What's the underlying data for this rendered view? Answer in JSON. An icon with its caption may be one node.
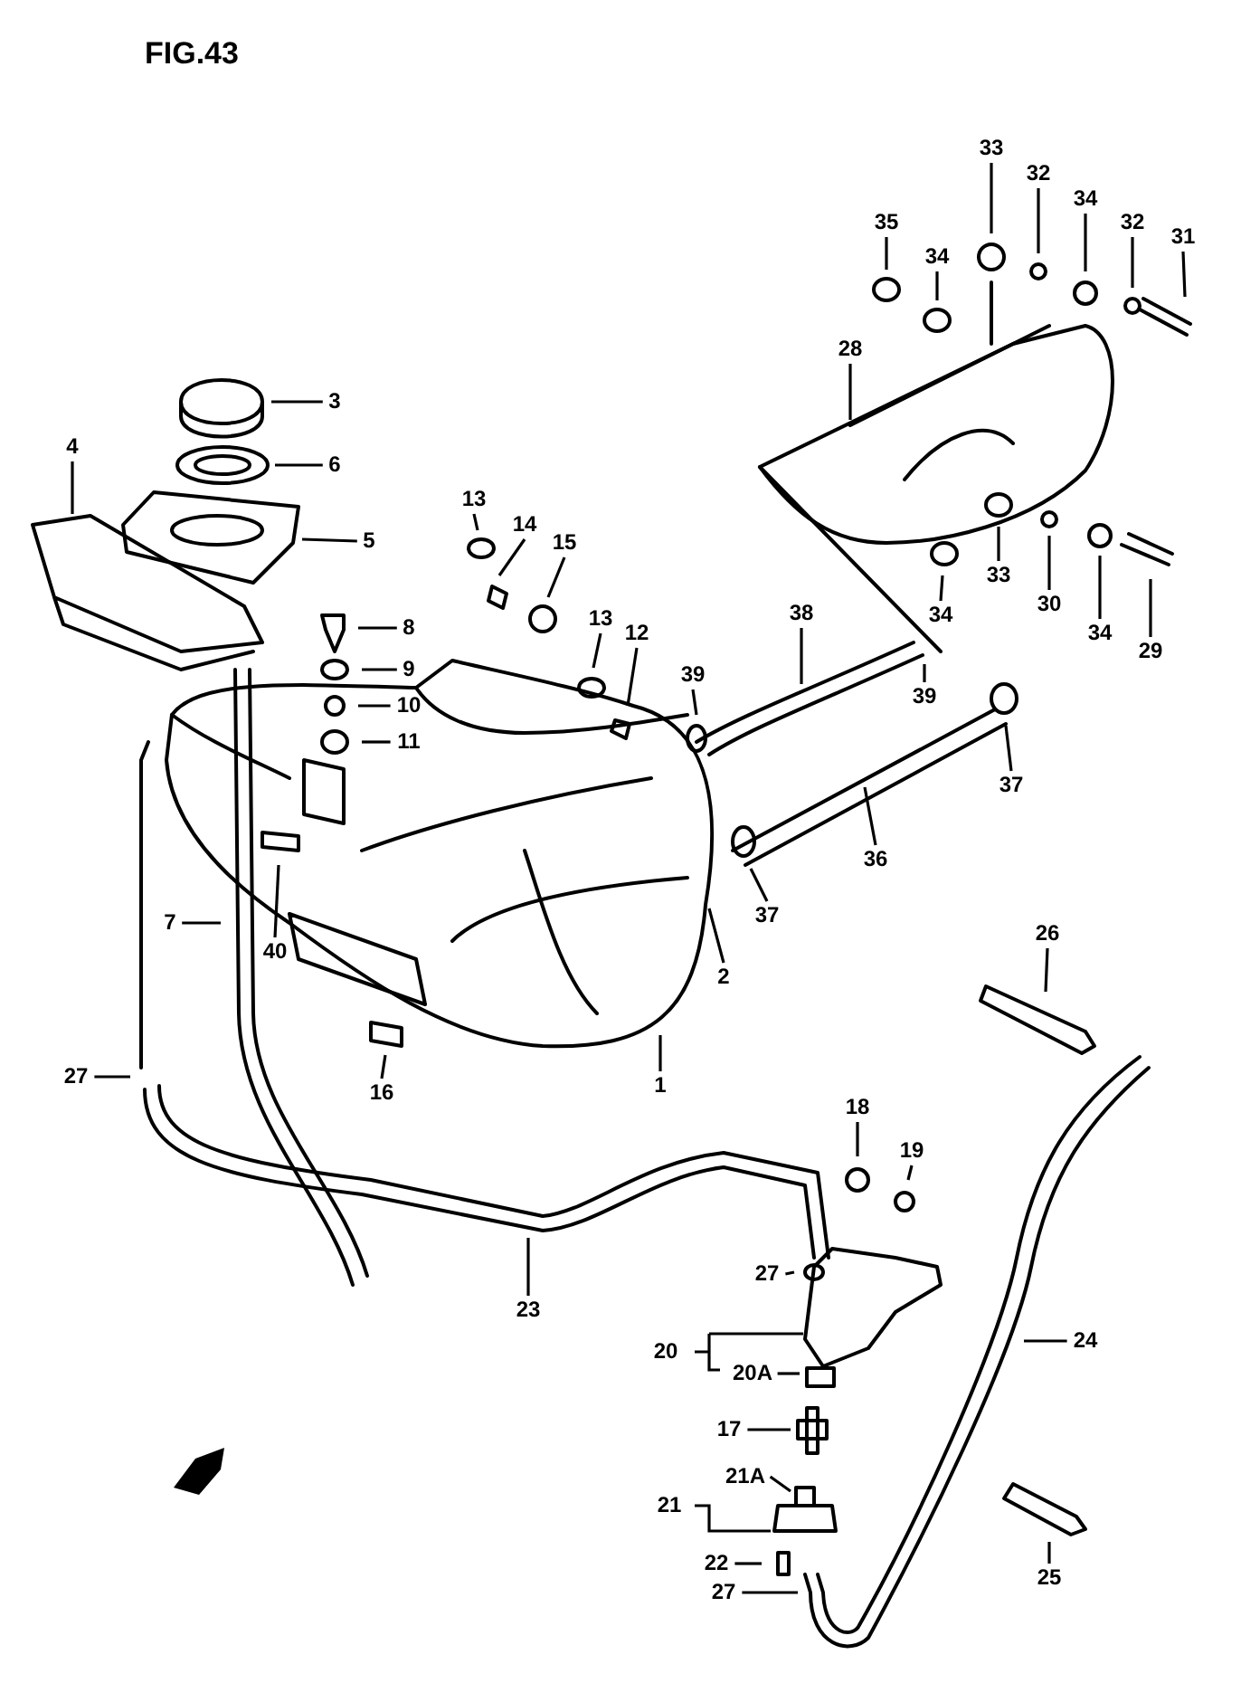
{
  "diagram": {
    "title": "FIG.43",
    "nodes": [
      {
        "text": [
          "3"
        ]
      },
      {
        "text": [
          "6"
        ]
      },
      {
        "text": [
          "4"
        ]
      },
      {
        "text": [
          "5"
        ]
      },
      {
        "text": [
          "13"
        ]
      },
      {
        "text": [
          "14"
        ]
      },
      {
        "text": [
          "15"
        ]
      },
      {
        "text": [
          "8"
        ]
      },
      {
        "text": [
          "13"
        ]
      },
      {
        "text": [
          "12"
        ]
      },
      {
        "text": [
          "9"
        ]
      },
      {
        "text": [
          "10"
        ]
      },
      {
        "text": [
          "11"
        ]
      },
      {
        "text": [
          "35"
        ]
      },
      {
        "text": [
          "34"
        ]
      },
      {
        "text": [
          "33"
        ]
      },
      {
        "text": [
          "32"
        ]
      },
      {
        "text": [
          "34"
        ]
      },
      {
        "text": [
          "32"
        ]
      },
      {
        "text": [
          "31"
        ]
      },
      {
        "text": [
          "28"
        ]
      },
      {
        "text": [
          "33"
        ]
      },
      {
        "text": [
          "30"
        ]
      },
      {
        "text": [
          "34"
        ]
      },
      {
        "text": [
          "34"
        ]
      },
      {
        "text": [
          "29"
        ]
      },
      {
        "text": [
          "38"
        ]
      },
      {
        "text": [
          "39"
        ]
      },
      {
        "text": [
          "39"
        ]
      },
      {
        "text": [
          "37"
        ]
      },
      {
        "text": [
          "36"
        ]
      },
      {
        "text": [
          "37"
        ]
      },
      {
        "text": [
          "2"
        ]
      },
      {
        "text": [
          "7"
        ]
      },
      {
        "text": [
          "40"
        ]
      },
      {
        "text": [
          "16"
        ]
      },
      {
        "text": [
          "1"
        ]
      },
      {
        "text": [
          "26"
        ]
      },
      {
        "text": [
          "27"
        ]
      },
      {
        "text": [
          "18"
        ]
      },
      {
        "text": [
          "19"
        ]
      },
      {
        "text": [
          "23"
        ]
      },
      {
        "text": [
          "27"
        ]
      },
      {
        "text": [
          "24"
        ]
      },
      {
        "text": [
          "20"
        ]
      },
      {
        "text": [
          "20A"
        ]
      },
      {
        "text": [
          "17"
        ]
      },
      {
        "text": [
          "21A"
        ]
      },
      {
        "text": [
          "21"
        ]
      },
      {
        "text": [
          "22"
        ]
      },
      {
        "text": [
          "27"
        ]
      },
      {
        "text": [
          "25"
        ]
      }
    ],
    "edges": [
      {
        "from": 0,
        "to": null,
        "arrow": "none"
      },
      {
        "from": 1,
        "to": null,
        "arrow": "none"
      },
      {
        "from": 2,
        "to": null,
        "arrow": "none"
      },
      {
        "from": 3,
        "to": null,
        "arrow": "none"
      },
      {
        "from": 4,
        "to": null,
        "arrow": "none"
      },
      {
        "from": 5,
        "to": null,
        "arrow": "none"
      },
      {
        "from": 6,
        "to": null,
        "arrow": "none"
      },
      {
        "from": 7,
        "to": null,
        "arrow": "none"
      },
      {
        "from": 8,
        "to": null,
        "arrow": "none"
      },
      {
        "from": 9,
        "to": null,
        "arrow": "none"
      },
      {
        "from": 10,
        "to": null,
        "arrow": "none"
      },
      {
        "from": 11,
        "to": null,
        "arrow": "none"
      },
      {
        "from": 12,
        "to": null,
        "arrow": "none"
      },
      {
        "from": 13,
        "to": null,
        "arrow": "none"
      },
      {
        "from": 14,
        "to": null,
        "arrow": "none"
      },
      {
        "from": 15,
        "to": null,
        "arrow": "none"
      },
      {
        "from": 16,
        "to": null,
        "arrow": "none"
      },
      {
        "from": 17,
        "to": null,
        "arrow": "none"
      },
      {
        "from": 18,
        "to": null,
        "arrow": "none"
      },
      {
        "from": 19,
        "to": null,
        "arrow": "none"
      },
      {
        "from": 20,
        "to": null,
        "arrow": "none"
      },
      {
        "from": 21,
        "to": null,
        "arrow": "none"
      },
      {
        "from": 22,
        "to": null,
        "arrow": "none"
      },
      {
        "from": 23,
        "to": null,
        "arrow": "none"
      },
      {
        "from": 24,
        "to": null,
        "arrow": "none"
      },
      {
        "from": 25,
        "to": null,
        "arrow": "none"
      },
      {
        "from": 26,
        "to": null,
        "arrow": "none"
      },
      {
        "from": 27,
        "to": null,
        "arrow": "none"
      },
      {
        "from": 28,
        "to": null,
        "arrow": "none"
      },
      {
        "from": 29,
        "to": null,
        "arrow": "none"
      },
      {
        "from": 30,
        "to": null,
        "arrow": "none"
      },
      {
        "from": 31,
        "to": null,
        "arrow": "none"
      },
      {
        "from": 32,
        "to": null,
        "arrow": "none"
      },
      {
        "from": 33,
        "to": null,
        "arrow": "none"
      },
      {
        "from": 34,
        "to": null,
        "arrow": "none"
      },
      {
        "from": 35,
        "to": null,
        "arrow": "none"
      },
      {
        "from": 36,
        "to": null,
        "arrow": "none"
      },
      {
        "from": 37,
        "to": null,
        "arrow": "none"
      },
      {
        "from": 38,
        "to": null,
        "arrow": "none"
      },
      {
        "from": 39,
        "to": null,
        "arrow": "none"
      },
      {
        "from": 40,
        "to": null,
        "arrow": "none"
      },
      {
        "from": 41,
        "to": null,
        "arrow": "none"
      },
      {
        "from": 42,
        "to": null,
        "arrow": "none"
      },
      {
        "from": 43,
        "to": null,
        "arrow": "none"
      },
      {
        "from": 44,
        "to": null,
        "arrow": "none"
      },
      {
        "from": 45,
        "to": null,
        "arrow": "none"
      },
      {
        "from": 46,
        "to": null,
        "arrow": "none"
      },
      {
        "from": 47,
        "to": null,
        "arrow": "none"
      },
      {
        "from": 48,
        "to": null,
        "arrow": "none"
      },
      {
        "from": 49,
        "to": null,
        "arrow": "none"
      },
      {
        "from": 50,
        "to": null,
        "arrow": "none"
      },
      {
        "from": 51,
        "to": null,
        "arrow": "none"
      }
    ]
  }
}
